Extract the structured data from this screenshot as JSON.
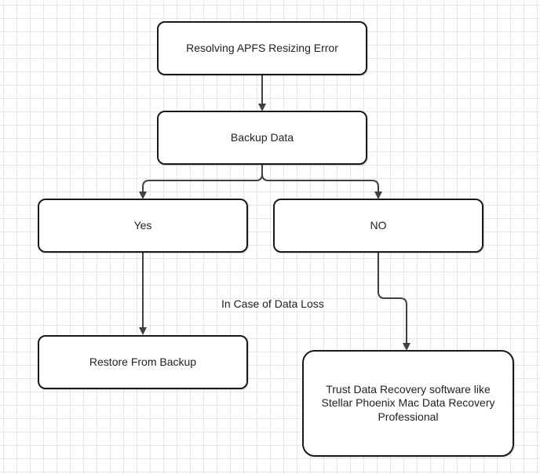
{
  "diagram": {
    "nodes": {
      "start": "Resolving APFS Resizing Error",
      "backup": "Backup Data",
      "yes": "Yes",
      "no": "NO",
      "restore": "Restore From Backup",
      "recovery": "Trust Data Recovery software like Stellar Phoenix Mac Data Recovery Professional"
    },
    "edge_labels": {
      "data_loss": "In Case of Data Loss"
    },
    "colors": {
      "line": "#404040",
      "border": "#1a1a1a",
      "grid": "#e6e6e6"
    }
  }
}
